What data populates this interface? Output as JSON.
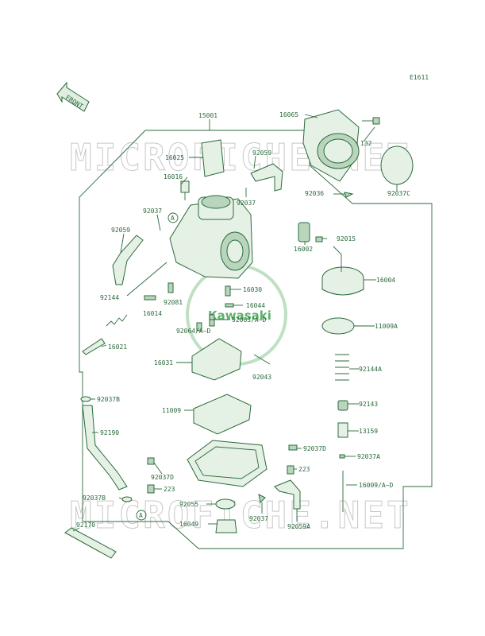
{
  "diagram_code": "E1611",
  "front_label": "FRONT",
  "watermark": "MICROFICHE.NET",
  "logo_text": "Kawasaki",
  "callout_marker": "A",
  "parts": {
    "p15001": "15001",
    "p16065": "16065",
    "p16025": "16025",
    "p92059_top": "92059",
    "p132": "132",
    "p16016": "16016",
    "p92037_c": "92037",
    "p92036": "92036",
    "p92037C": "92037C",
    "p92037_l": "92037",
    "p92059_l": "92059",
    "p16002": "16002",
    "p92015": "92015",
    "p16004": "16004",
    "p92144": "92144",
    "p16030": "16030",
    "p92081": "92081",
    "p16044": "16044",
    "p16014": "16014",
    "p92063": "92063/A~D",
    "p92064": "92064/A~D",
    "p11009A": "11009A",
    "p16021": "16021",
    "p16031": "16031",
    "p92144A": "92144A",
    "p92043": "92043",
    "p92037B_top": "92037B",
    "p92143": "92143",
    "p11009": "11009",
    "p92190": "92190",
    "p13159": "13159",
    "p92037D_r": "92037D",
    "p92037A": "92037A",
    "p223_r": "223",
    "p92037D_l": "92037D",
    "p223_l": "223",
    "p16009": "16009/A~D",
    "p92037B_bot": "92037B",
    "p92055": "92055",
    "p92037_b": "92037",
    "p16049": "16049",
    "p92059A": "92059A",
    "p92170": "92170"
  }
}
